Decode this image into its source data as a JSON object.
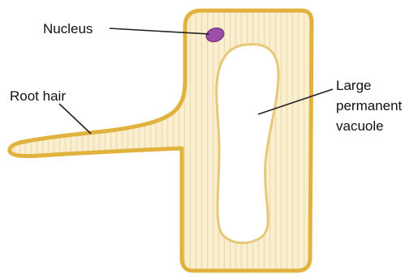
{
  "labels": {
    "nucleus": "Nucleus",
    "root_hair": "Root hair",
    "vacuole_line1": "Large",
    "vacuole_line2": "permanent",
    "vacuole_line3": "vacuole"
  },
  "colors": {
    "cell_wall": "#E2B23E",
    "cytoplasm": "#FBEFD2",
    "striation": "#EFDDB0",
    "vacuole_fill": "#FFFFFF",
    "vacuole_border": "#E6C877",
    "nucleus": "#9B4FA8",
    "leader_line": "#222222"
  }
}
